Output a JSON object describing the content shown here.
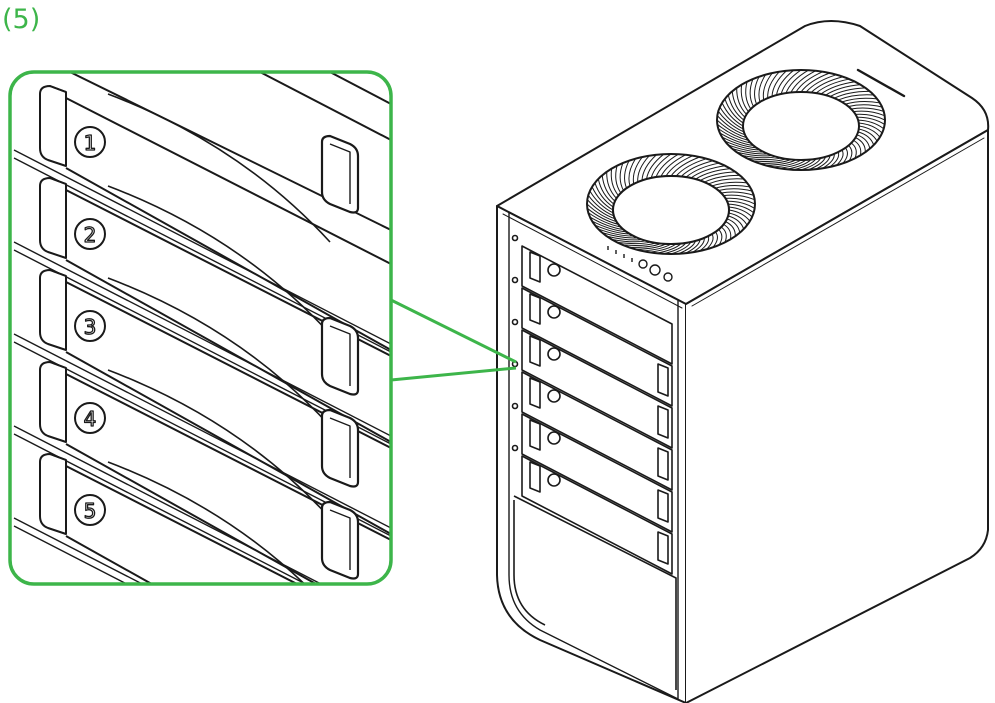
{
  "step_label": "(5)",
  "colors": {
    "accent": "#3db54a",
    "line": "#1a1a1a",
    "background": "#ffffff"
  },
  "zoom_bays": [
    {
      "number": "1",
      "handle": "latch-open"
    },
    {
      "number": "2",
      "handle": "closed"
    },
    {
      "number": "3",
      "handle": "closed"
    },
    {
      "number": "4",
      "handle": "closed"
    },
    {
      "number": "5",
      "handle": "closed"
    }
  ],
  "device": {
    "fan_count": 2,
    "bay_count": 6
  }
}
